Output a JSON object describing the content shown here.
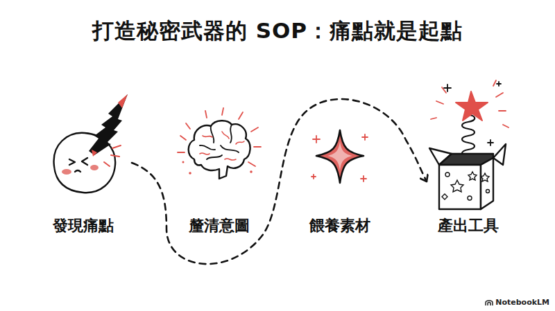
{
  "diagram": {
    "title": "打造秘密武器的 SOP：痛點就是起點",
    "nodes": [
      {
        "text": [
          "發現痛點"
        ]
      },
      {
        "text": [
          "釐清意圖"
        ]
      },
      {
        "text": [
          "餵養素材"
        ]
      },
      {
        "text": [
          "產出工具"
        ]
      }
    ],
    "edges": [
      {
        "from": 0,
        "to": 3,
        "arrow": "to"
      }
    ],
    "labels": [
      "NotebookLM"
    ]
  }
}
